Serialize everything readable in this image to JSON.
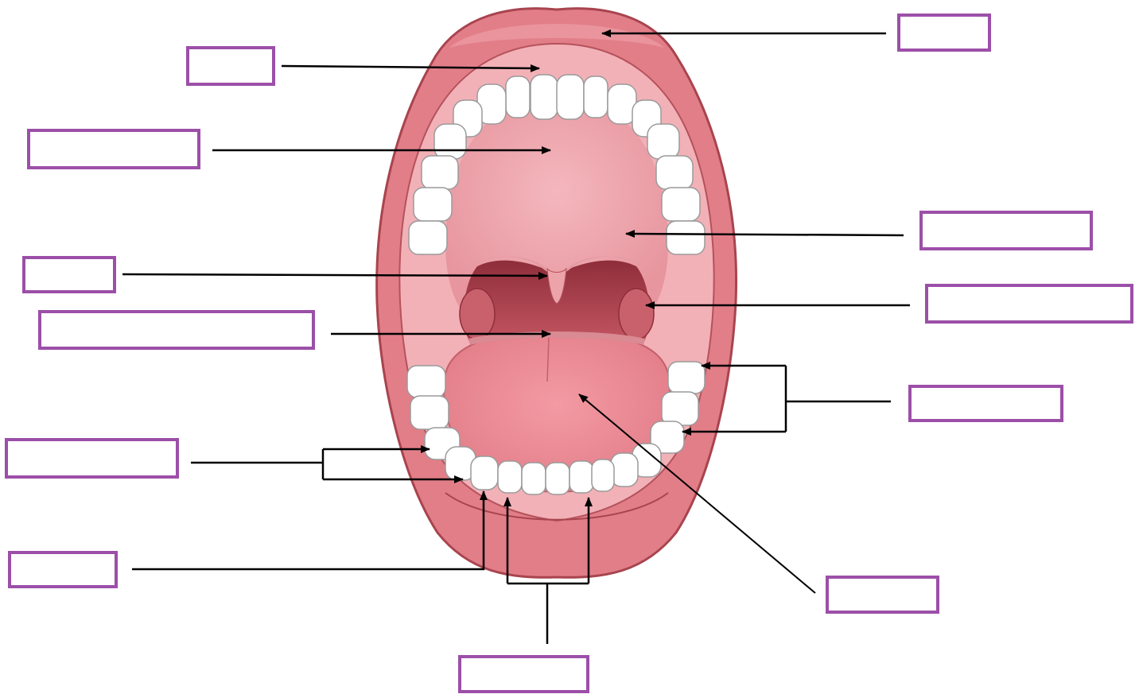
{
  "diagram": {
    "colors": {
      "lip": "#e27e88",
      "lip_dark": "#a8444e",
      "inner_mouth": "#f2b1b7",
      "palate": "#eda3aa",
      "throat": "#b64a55",
      "tongue": "#ef8e97",
      "tooth": "#ffffff",
      "tooth_outline": "#9a9a9a",
      "label_border": "#9c4fa8",
      "leader_line": "#000000"
    },
    "labels": [
      {
        "name": "upper-lip-label",
        "text": ""
      },
      {
        "name": "gums-label",
        "text": ""
      },
      {
        "name": "hard-palate-label",
        "text": ""
      },
      {
        "name": "soft-palate-label",
        "text": ""
      },
      {
        "name": "uvula-label",
        "text": ""
      },
      {
        "name": "palatine-tonsil-label",
        "text": ""
      },
      {
        "name": "oropharynx-label",
        "text": ""
      },
      {
        "name": "molars-label",
        "text": ""
      },
      {
        "name": "premolars-label",
        "text": ""
      },
      {
        "name": "canine-label",
        "text": ""
      },
      {
        "name": "tongue-label",
        "text": ""
      },
      {
        "name": "incisors-label",
        "text": ""
      }
    ]
  }
}
